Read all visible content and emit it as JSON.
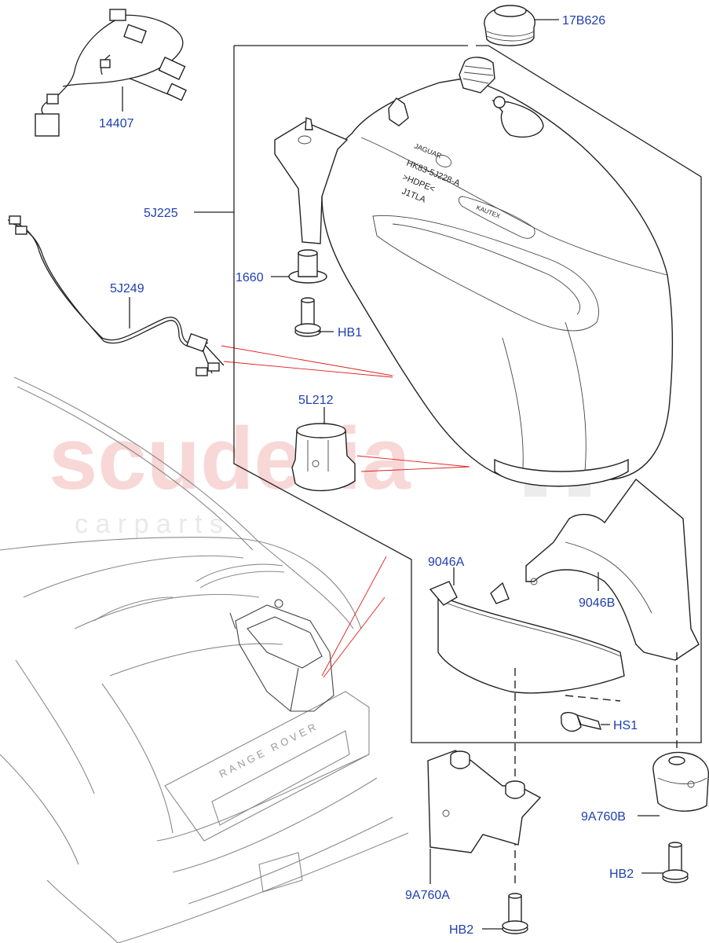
{
  "watermark": {
    "brand": "scuderia",
    "subtitle": "c a r   p a r t s",
    "color": "#f3b8b8"
  },
  "labels": {
    "cap": "17B626",
    "harness": "14407",
    "assembly": "5J225",
    "harness2": "5J249",
    "grommet": "1660",
    "bolt_top": "HB1",
    "pump": "5L212",
    "strap_left": "9046A",
    "strap_right": "9046B",
    "screw": "HS1",
    "bracket_left": "9A760A",
    "bracket_right": "9A760B",
    "bolt_left": "HB2",
    "bolt_right": "HB2"
  },
  "tank_markings": [
    "JAGUAR",
    "HK83-5J228-A",
    ">HDPE<",
    "J1TLA",
    "KAUTEX"
  ],
  "vehicle_badge": "RANGE ROVER",
  "colors": {
    "label": "#1f3fb0",
    "leader_red": "#e02020",
    "line": "#222222"
  }
}
